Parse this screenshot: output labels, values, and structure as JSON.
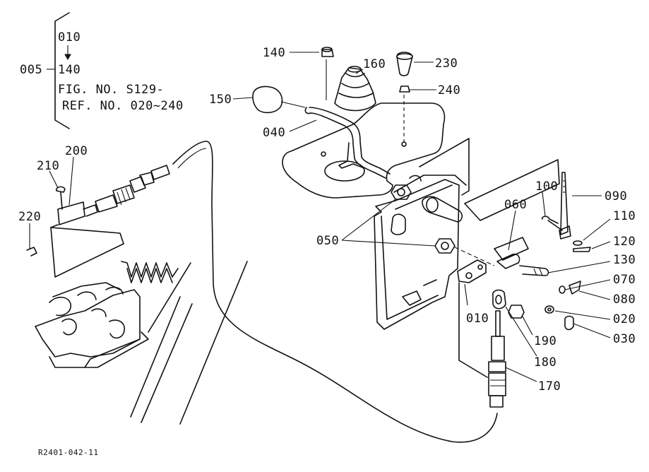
{
  "assembly": {
    "group_label": "005",
    "range_start": "010",
    "range_end": "140",
    "fig_ref": "FIG. NO. S129-",
    "ref_no": "REF. NO. 020~240"
  },
  "callouts": [
    {
      "id": "140"
    },
    {
      "id": "160"
    },
    {
      "id": "230"
    },
    {
      "id": "240"
    },
    {
      "id": "150"
    },
    {
      "id": "040"
    },
    {
      "id": "200"
    },
    {
      "id": "210"
    },
    {
      "id": "220"
    },
    {
      "id": "050"
    },
    {
      "id": "060"
    },
    {
      "id": "100"
    },
    {
      "id": "090"
    },
    {
      "id": "110"
    },
    {
      "id": "120"
    },
    {
      "id": "130"
    },
    {
      "id": "070"
    },
    {
      "id": "080"
    },
    {
      "id": "020"
    },
    {
      "id": "030"
    },
    {
      "id": "010"
    },
    {
      "id": "190"
    },
    {
      "id": "180"
    },
    {
      "id": "170"
    }
  ],
  "drawing_code": "R2401-042-11"
}
